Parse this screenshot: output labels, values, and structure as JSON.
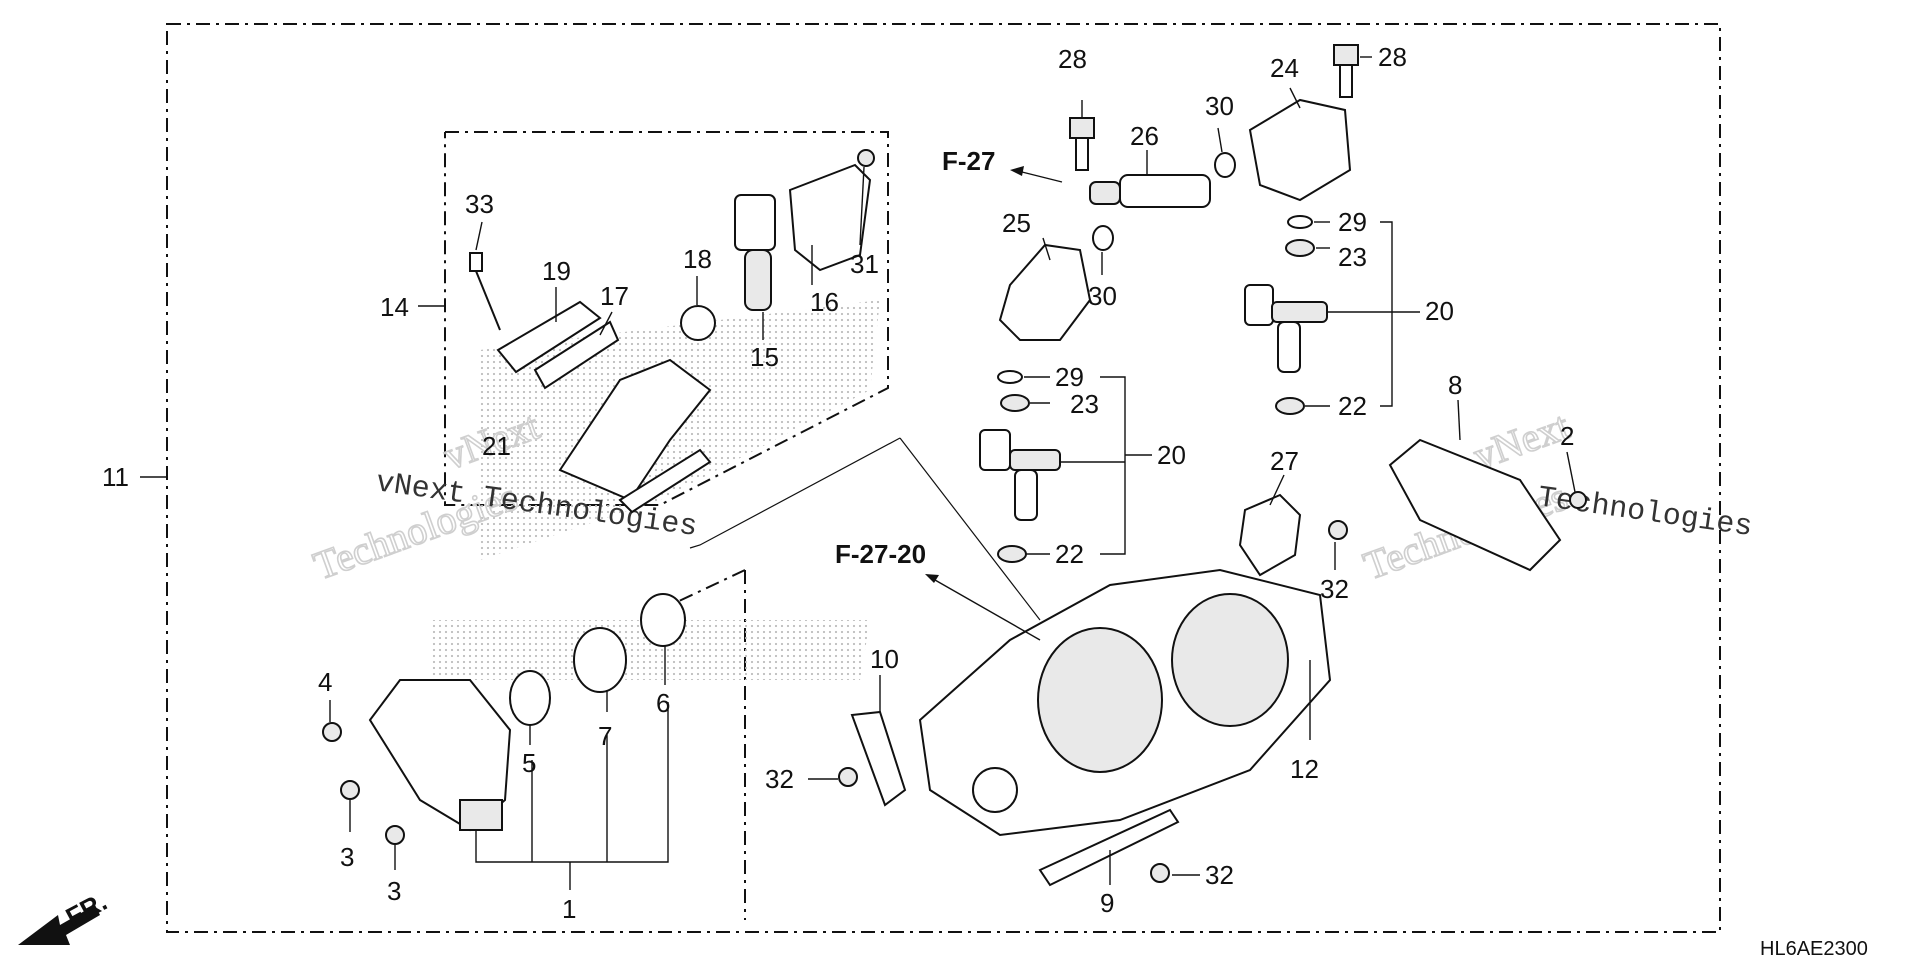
{
  "diagram": {
    "callouts": {
      "c1": "1",
      "c2": "2",
      "c3a": "3",
      "c3b": "3",
      "c4": "4",
      "c5": "5",
      "c6": "6",
      "c7": "7",
      "c8": "8",
      "c9": "9",
      "c10": "10",
      "c11": "11",
      "c12": "12",
      "c14": "14",
      "c15": "15",
      "c16": "16",
      "c17": "17",
      "c18": "18",
      "c19": "19",
      "c20a": "20",
      "c20b": "20",
      "c21": "21",
      "c22a": "22",
      "c22b": "22",
      "c23a": "23",
      "c23b": "23",
      "c24": "24",
      "c25": "25",
      "c26": "26",
      "c27": "27",
      "c28a": "28",
      "c28b": "28",
      "c29a": "29",
      "c29b": "29",
      "c30a": "30",
      "c30b": "30",
      "c31": "31",
      "c32a": "32",
      "c32b": "32",
      "c32c": "32",
      "c33": "33"
    },
    "refs": {
      "f27": "F-27",
      "f2720": "F-27-20"
    },
    "front_label": "FR.",
    "diagram_code": "HL6AE2300",
    "watermarks": {
      "w1": "vNext",
      "w2": "Technologies",
      "w3": "vNext Technologies",
      "w4": "vNext",
      "w5": "Technologies",
      "w6": "vNext Technologies"
    }
  }
}
